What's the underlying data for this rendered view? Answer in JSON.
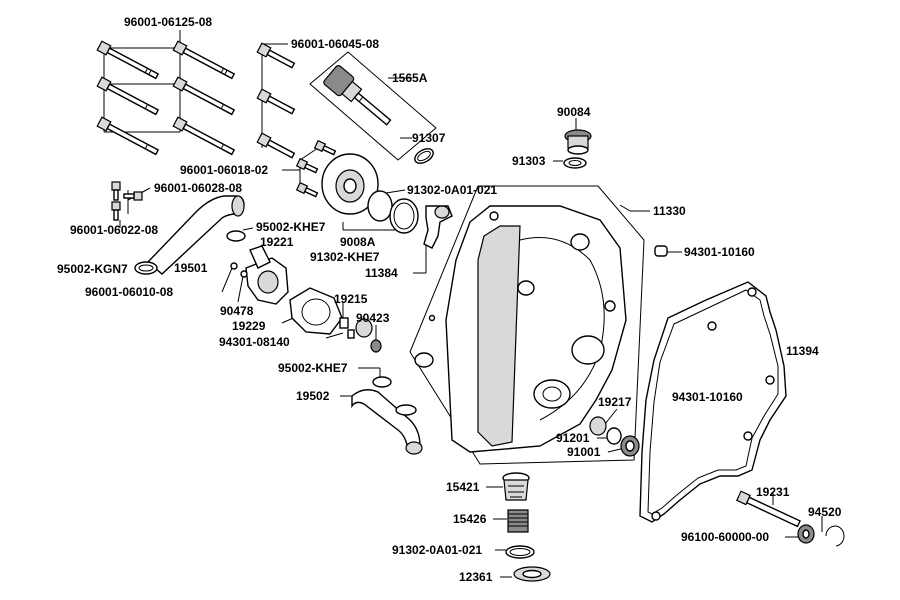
{
  "labels": {
    "p96001_06125_08": "96001-06125-08",
    "p96001_06045_08": "96001-06045-08",
    "p1565A": "1565A",
    "p91307": "91307",
    "p90084": "90084",
    "p91303": "91303",
    "p96001_06018_02": "96001-06018-02",
    "p96001_06028_08": "96001-06028-08",
    "p91302_0A01_021_top": "91302-0A01-021",
    "p11330": "11330",
    "p96001_06022_08": "96001-06022-08",
    "p95002_KHE7_top": "95002-KHE7",
    "p19221": "19221",
    "p9008A": "9008A",
    "p91302_KHE7": "91302-KHE7",
    "p94301_10160_top": "94301-10160",
    "p95002_KGN7": "95002-KGN7",
    "p19501": "19501",
    "p11384": "11384",
    "p96001_06010_08": "96001-06010-08",
    "p19215": "19215",
    "p90478": "90478",
    "p90423": "90423",
    "p19229": "19229",
    "p94301_08140": "94301-08140",
    "p11394": "11394",
    "p95002_KHE7_bot": "95002-KHE7",
    "p94301_10160_bot": "94301-10160",
    "p19502": "19502",
    "p19217": "19217",
    "p91201": "91201",
    "p91001": "91001",
    "p15421": "15421",
    "p19231": "19231",
    "p15426": "15426",
    "p94520": "94520",
    "p96100_60000_00": "96100-60000-00",
    "p91302_0A01_021_bot": "91302-0A01-021",
    "p12361": "12361"
  }
}
